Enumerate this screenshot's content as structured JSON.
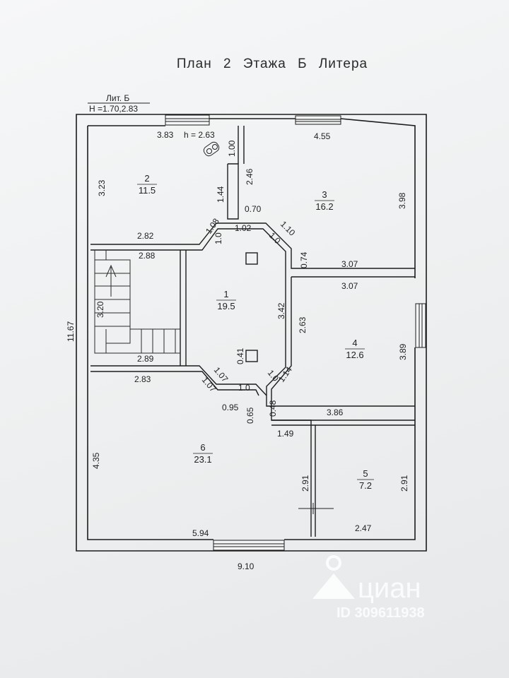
{
  "title": "План  2  Этажа  Б  Литера",
  "stamp": {
    "lit": "Лит. Б",
    "heights": "H =1.70,2.83"
  },
  "rooms": [
    {
      "num": "1",
      "area": "19.5"
    },
    {
      "num": "2",
      "area": "11.5"
    },
    {
      "num": "3",
      "area": "16.2"
    },
    {
      "num": "4",
      "area": "12.6"
    },
    {
      "num": "5",
      "area": "7.2"
    },
    {
      "num": "6",
      "area": "23.1"
    }
  ],
  "dims": {
    "d383": "3.83",
    "h263": "h = 2.63",
    "d100": "1.00",
    "d246": "2.46",
    "d144": "1.44",
    "d070": "0.70",
    "d455": "4.55",
    "d398": "3.98",
    "d323": "3.23",
    "d282": "2.82",
    "d108": "1.08",
    "d10a": "1.0",
    "d102": "1.02",
    "d110": "1.10",
    "d10b": "1.0",
    "d074": "0.74",
    "d307a": "3.07",
    "d307b": "3.07",
    "d288": "2.88",
    "d342": "3.42",
    "d263": "2.63",
    "d320": "3.20",
    "d1167": "11.67",
    "d389": "3.89",
    "d041": "0.41",
    "d289": "2.89",
    "d283": "2.83",
    "d107a": "1.07",
    "d107b": "1.07",
    "d10c": "1.0",
    "d10d": "1.0",
    "d114": "1.14",
    "d048": "0.48",
    "d386": "3.86",
    "d095": "0.95",
    "d065": "0.65",
    "d149": "1.49",
    "d435": "4.35",
    "d291a": "2.91",
    "d291b": "2.91",
    "d594": "5.94",
    "d247": "2.47",
    "d910": "9.10"
  },
  "watermark": {
    "brand": "циан",
    "id": "ID 309611938"
  }
}
